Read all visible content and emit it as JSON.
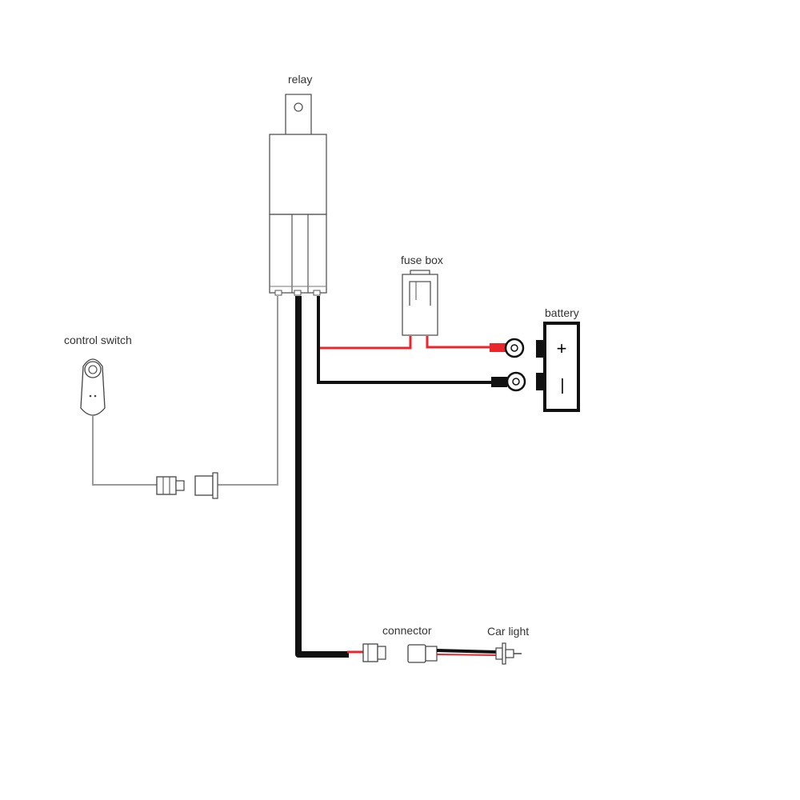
{
  "labels": {
    "relay": "relay",
    "fuse_box": "fuse box",
    "battery": "battery",
    "control_switch": "control switch",
    "connector": "connector",
    "car_light": "Car light"
  },
  "battery_terminals": {
    "positive": "+",
    "negative": "|"
  },
  "colors": {
    "positive_wire": "#e8262c",
    "ground_wire": "#111111",
    "signal_wire": "#9a9a9a",
    "outline": "#555555"
  }
}
